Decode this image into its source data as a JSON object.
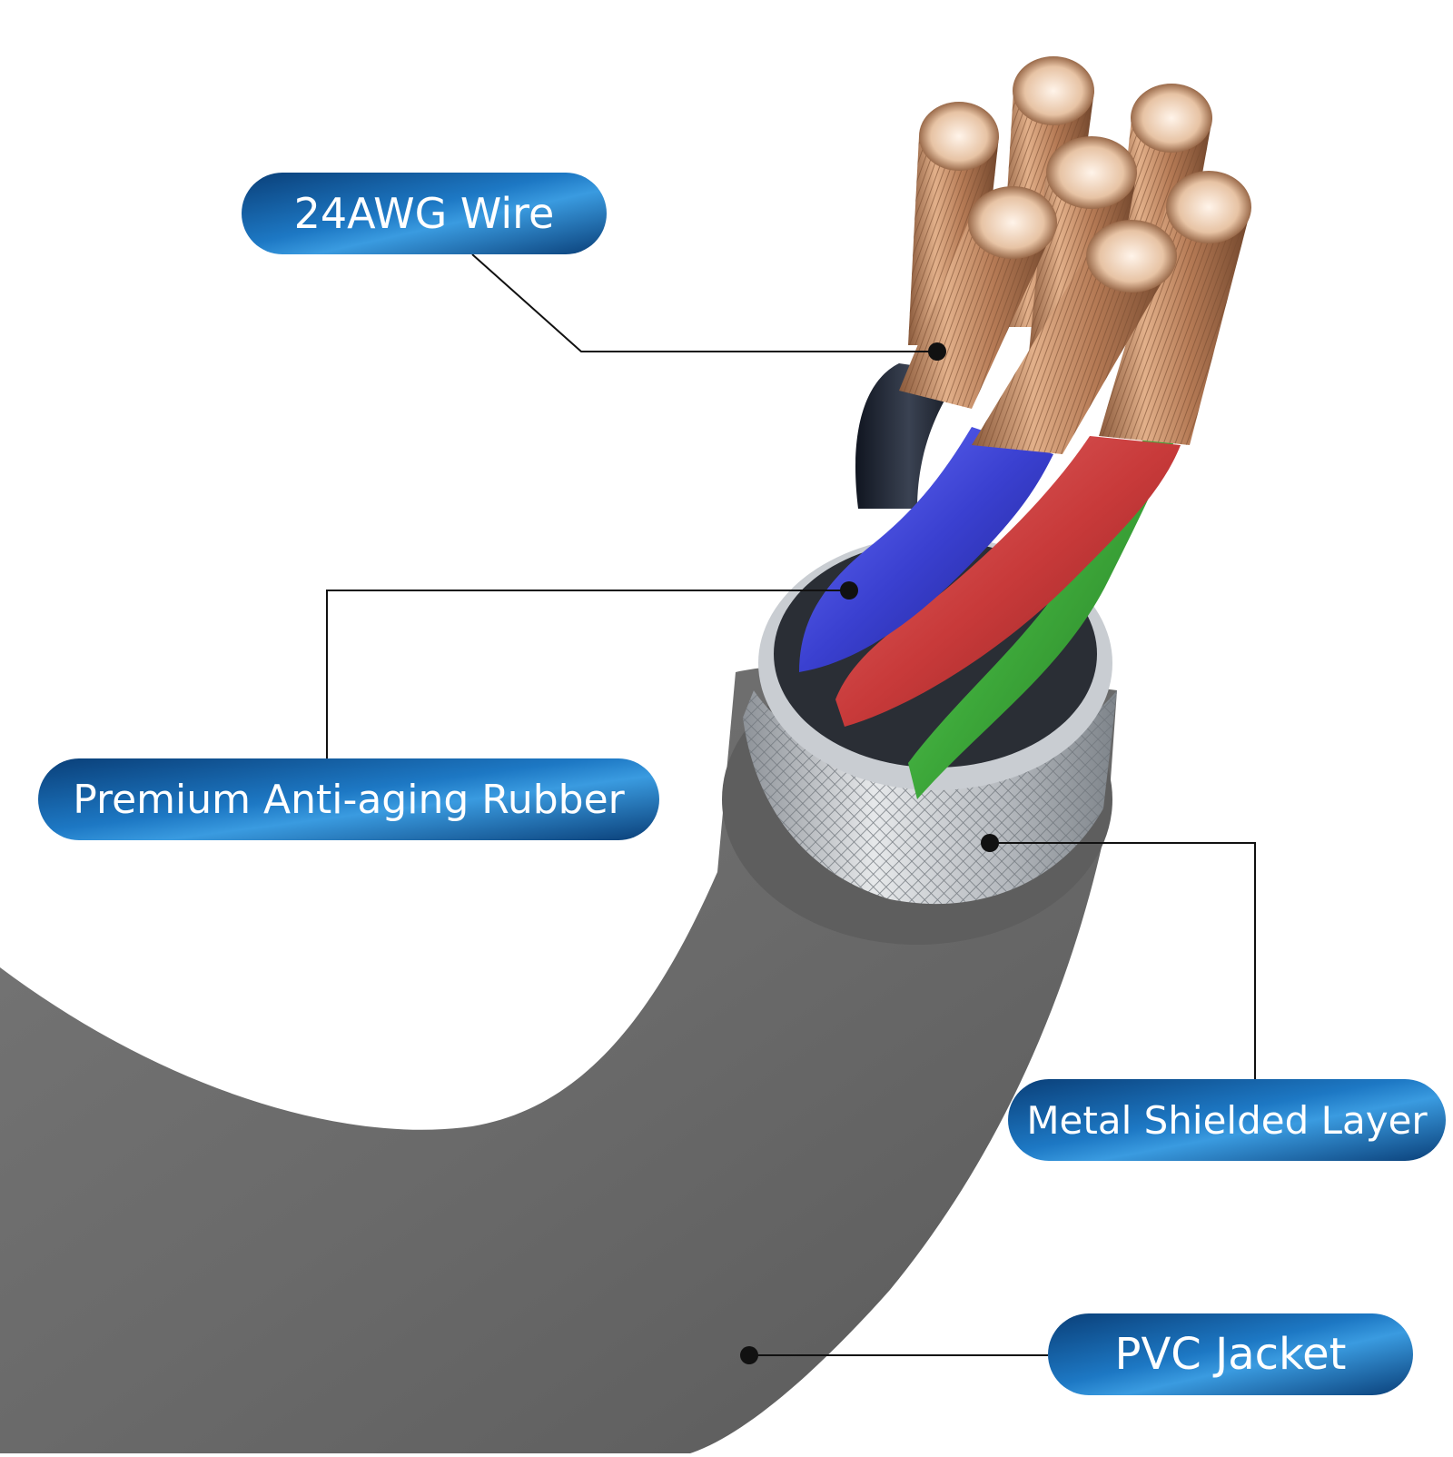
{
  "labels": {
    "wire": "24AWG Wire",
    "rubber": "Premium Anti-aging Rubber",
    "shield": "Metal Shielded Layer",
    "jacket": "PVC Jacket"
  },
  "colors": {
    "pill_dark": "#0d4d8a",
    "pill_light": "#2f8fd6",
    "jacket": "#6e6e6e",
    "shield": "#c8ccd0",
    "copper": "#c9926a",
    "wire_blue": "#3b44d6",
    "wire_red": "#cc3a3a",
    "wire_green": "#3da83a",
    "wire_black": "#1c2230",
    "leader_line": "#111111"
  }
}
